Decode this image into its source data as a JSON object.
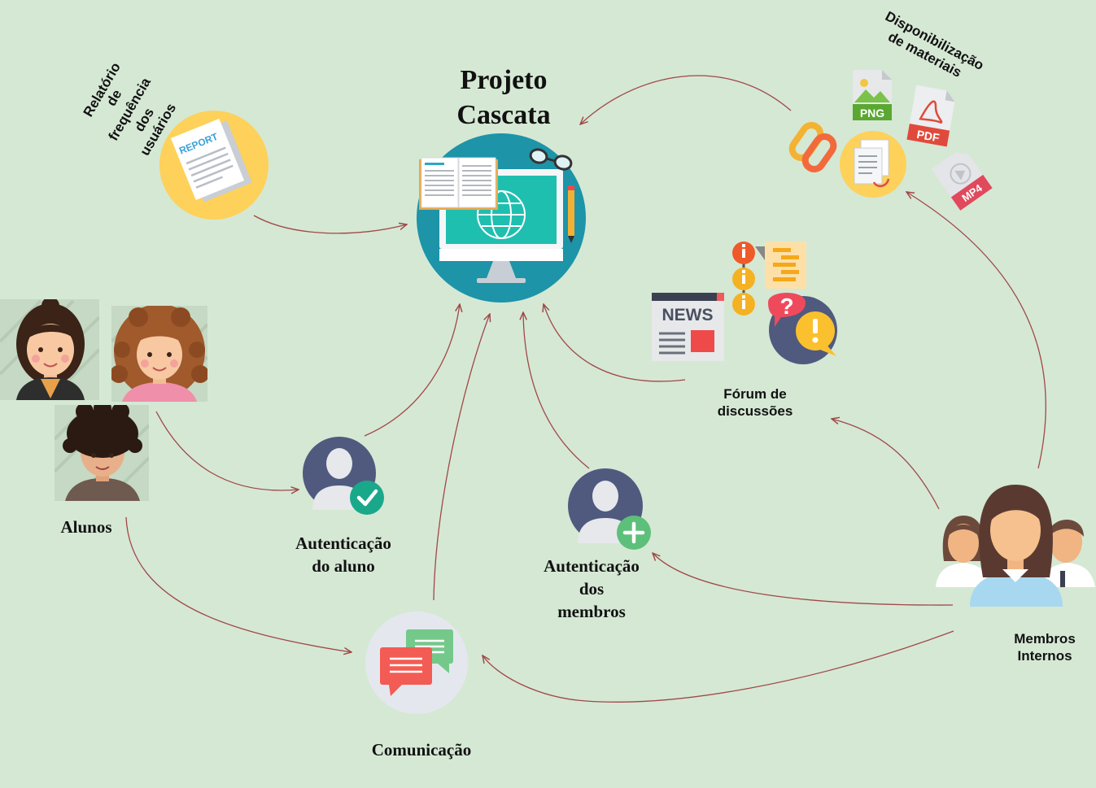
{
  "title": {
    "line1": "Projeto",
    "line2": "Cascata"
  },
  "nodes": {
    "report": {
      "line1": "Relatório",
      "line2": "de",
      "line3": "frequência",
      "line4": "dos",
      "line5": "usuários",
      "badge": "REPORT"
    },
    "materials": {
      "line1": "Disponibilização",
      "line2": "de materiais",
      "png": "PNG",
      "pdf": "PDF",
      "mp4": "MP4"
    },
    "forum": {
      "line1": "Fórum de",
      "line2": "discussões",
      "news": "NEWS"
    },
    "students": {
      "label": "Alunos"
    },
    "student_auth": {
      "line1": "Autenticação",
      "line2": "do aluno"
    },
    "member_auth": {
      "line1": "Autenticação",
      "line2": "dos",
      "line3": "membros"
    },
    "communication": {
      "label": "Comunicação"
    },
    "members": {
      "line1": "Membros",
      "line2": "Internos"
    }
  },
  "colors": {
    "background": "#d5e8d4",
    "arrow": "#a04848",
    "center_circle": "#1d94a8",
    "yellow": "#fdd15a",
    "user_icon": "#505a7e",
    "check_green": "#1aa88a",
    "plus_green": "#5cc07a"
  }
}
